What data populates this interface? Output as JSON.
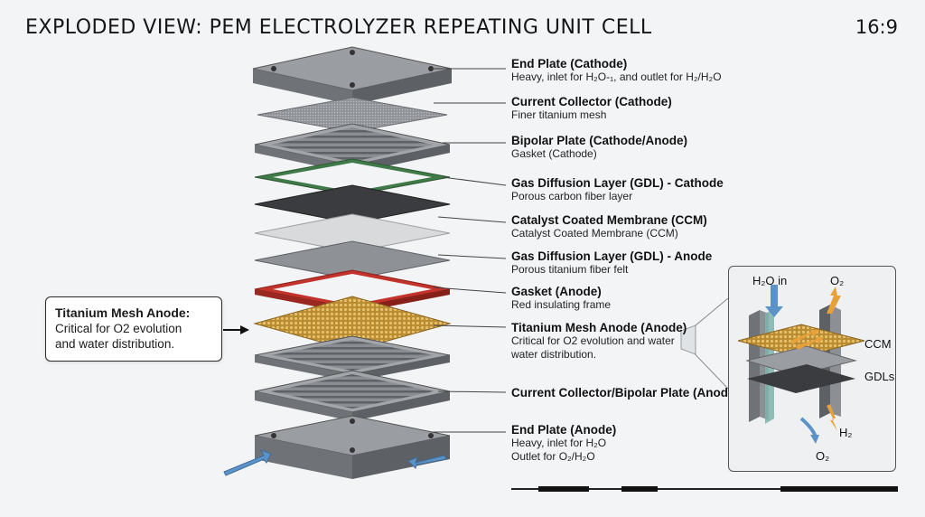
{
  "header": {
    "title": "EXPLODED VIEW: PEM ELECTROLYZER REPEATING UNIT CELL",
    "aspect": "16:9"
  },
  "layers": [
    {
      "name": "End Plate (Cathode)",
      "desc": "Heavy, inlet for H₂O-₁, and outlet for H₂/H₂O"
    },
    {
      "name": "Current Collector (Cathode)",
      "desc": "Finer titanium mesh"
    },
    {
      "name": "Bipolar Plate (Cathode/Anode)",
      "desc": "Gasket (Cathode)"
    },
    {
      "name": "Gas Diffusion Layer (GDL) - Cathode",
      "desc": "Porous carbon fiber layer"
    },
    {
      "name": "Catalyst Coated Membrane (CCM)",
      "desc": "Catalyst Coated Membrane (CCM)"
    },
    {
      "name": "Gas Diffusion Layer (GDL) - Anode",
      "desc": "Porous titanium fiber felt"
    },
    {
      "name": "Gasket (Anode)",
      "desc": "Red insulating frame"
    },
    {
      "name": "Titanium Mesh Anode (Anode)",
      "desc": "Critical for O2 evolution and water",
      "desc2": "water distribution."
    },
    {
      "name": "Current Collector/Bipolar Plate (Anode)",
      "desc": ""
    },
    {
      "name": "End Plate (Anode)",
      "desc": "Heavy, inlet for H₂O",
      "desc2": "Outlet for O₂/H₂O"
    }
  ],
  "callout": {
    "title": "Titanium Mesh Anode:",
    "line1": "Critical for O2 evolution",
    "line2": "and water distribution."
  },
  "inset": {
    "h2o_in": "H₂O in",
    "o2_top": "O₂",
    "ccm": "CCM",
    "gdls": "GDLs",
    "h2": "H₂",
    "o2_bottom": "O₂"
  },
  "colors": {
    "steel": "#8c8f94",
    "gasket_green": "#3f7a48",
    "gasket_red": "#c4332b",
    "titanium_mesh": "#c9a24a",
    "arrow_blue": "#5b93c9",
    "arrow_orange": "#e7a13a"
  }
}
